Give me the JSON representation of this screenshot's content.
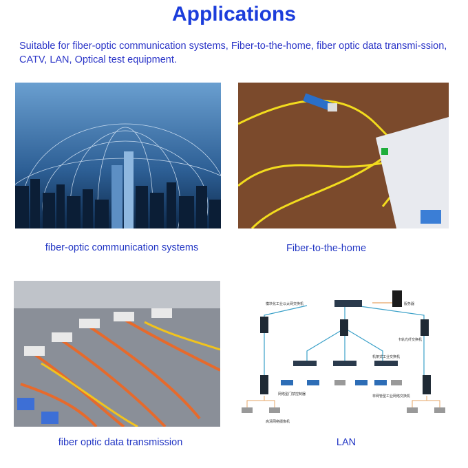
{
  "title": "Applications",
  "intro": "Suitable for fiber-optic communication systems, Fiber-to-the-home, fiber optic data transmi-ssion, CATV, LAN, Optical test equipment.",
  "panels": [
    {
      "caption": "fiber-optic communication systems",
      "image": "city-network-photo"
    },
    {
      "caption": "Fiber-to-the-home",
      "image": "fiber-patch-cord-router-photo"
    },
    {
      "caption": "fiber optic data transmission",
      "image": "fiber-patch-panel-photo"
    },
    {
      "caption": "LAN",
      "image": "lan-network-diagram"
    }
  ],
  "lan_diagram": {
    "labels": [
      "模块化工业以太网交换机",
      "服务器",
      "卡轨光纤交换机",
      "机架式工业交换机",
      "网络型门禁控制器",
      "非网管型工业网络交换机",
      "高清网络摄像机"
    ]
  },
  "colors": {
    "title": "#1b3ddb",
    "text": "#2b35c8"
  }
}
